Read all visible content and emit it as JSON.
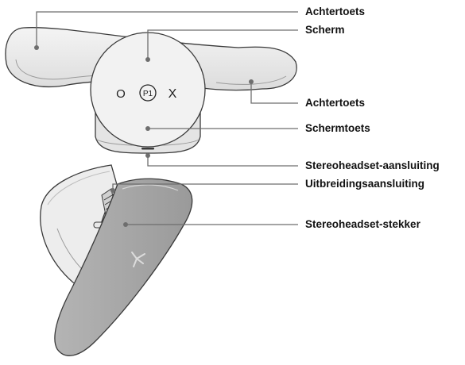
{
  "labels": {
    "back_button_1": "Achtertoets",
    "display": "Scherm",
    "back_button_2": "Achtertoets",
    "display_button": "Schermtoets",
    "headset_port": "Stereoheadset-aansluiting",
    "expansion_port": "Uitbreidingsaansluiting",
    "headset_plug": "Stereoheadset-stekker"
  },
  "display_screen": {
    "circle_symbol": "O",
    "profile_symbol": "P1",
    "cross_symbol": "X"
  },
  "colors": {
    "leader_line": "#6e6e6e",
    "device_body": "#ececec",
    "device_outline": "#3a3a3a",
    "attachment_strip": "#a6a6a6"
  }
}
